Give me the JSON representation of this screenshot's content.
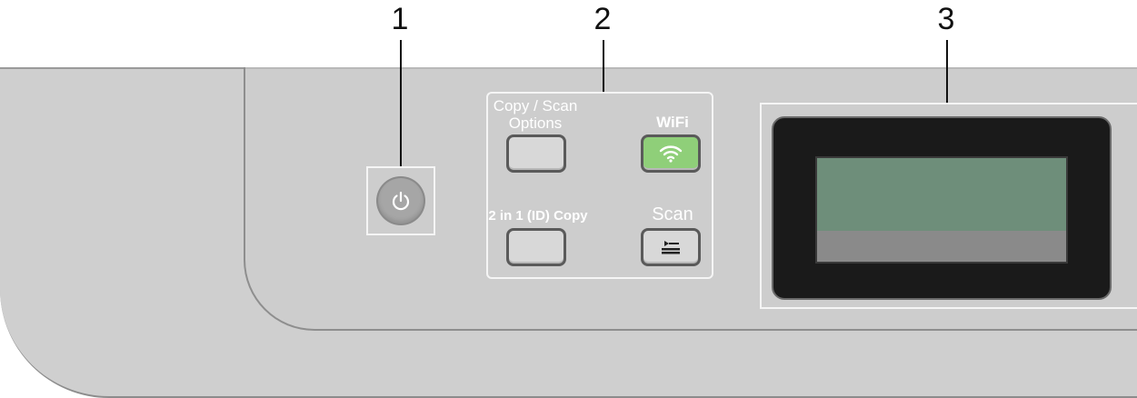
{
  "callouts": [
    "1",
    "2",
    "3"
  ],
  "buttons": {
    "copy_scan_options": {
      "label_line1": "Copy / Scan",
      "label_line2": "Options"
    },
    "wifi": {
      "label": "WiFi"
    },
    "id_copy": {
      "label": "2 in 1 (ID) Copy"
    },
    "scan": {
      "label": "Scan"
    }
  },
  "icons": {
    "power": "power-icon",
    "wifi": "wifi-icon",
    "scan": "scan-icon"
  },
  "colors": {
    "chassis": "#cfcfcf",
    "wifi_key": "#8fcf79",
    "lcd_screen": "#6e8e7a",
    "lcd_bezel": "#1a1a1a"
  }
}
